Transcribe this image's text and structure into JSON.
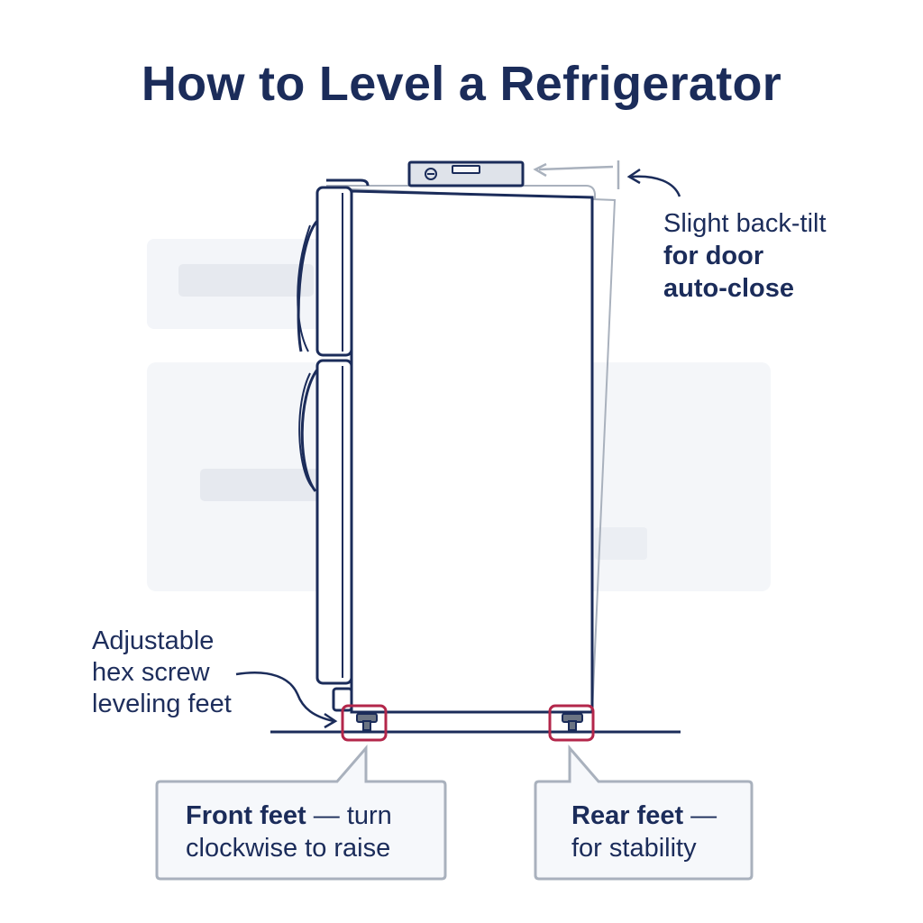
{
  "title": "How to Level a Refrigerator",
  "tilt_note": {
    "line1": "Slight back-tilt",
    "line2": "for door",
    "line3": "auto-close"
  },
  "feet_note": {
    "line1": "Adjustable",
    "line2": "hex screw",
    "line3": "leveling feet"
  },
  "front_callout": {
    "bold": "Front feet",
    "rest1": " — turn",
    "line2": "clockwise to raise"
  },
  "rear_callout": {
    "bold": "Rear feet",
    "rest1": " —",
    "line2": "for stability"
  },
  "colors": {
    "navy": "#1b2c5a",
    "accent_red": "#b3264a",
    "ghost_gray": "#a9b1bd",
    "panel_bg": "#f3f5f9"
  }
}
